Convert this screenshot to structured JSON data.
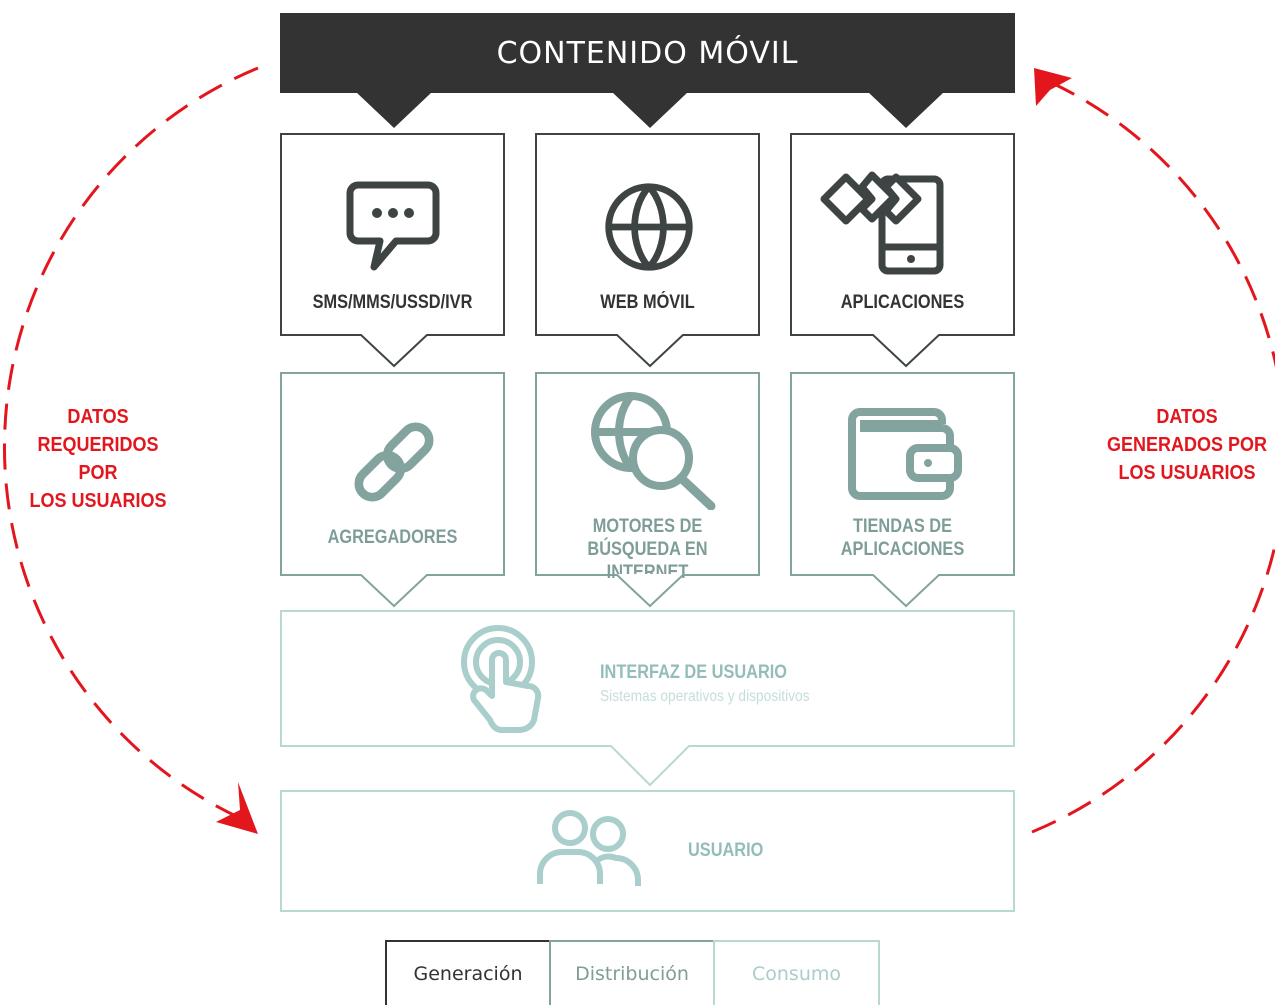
{
  "banner": {
    "title": "CONTENIDO MÓVIL"
  },
  "generation_row": [
    {
      "label": "SMS/MMS/USSD/IVR",
      "icon": "chat-bubble-icon"
    },
    {
      "label": "WEB MÓVIL",
      "icon": "globe-icon"
    },
    {
      "label": "APLICACIONES",
      "icon": "apps-phone-icon"
    }
  ],
  "distribution_row": [
    {
      "label_lines": [
        "AGREGADORES"
      ],
      "icon": "link-chain-icon"
    },
    {
      "label_lines": [
        "MOTORES DE",
        "BÚSQUEDA EN INTERNET"
      ],
      "icon": "globe-search-icon"
    },
    {
      "label_lines": [
        "TIENDAS DE",
        "APLICACIONES"
      ],
      "icon": "wallet-icon"
    }
  ],
  "interface": {
    "title": "INTERFAZ DE USUARIO",
    "subtitle": "Sistemas operativos y dispositivos",
    "icon": "touch-hand-icon"
  },
  "user": {
    "title": "USUARIO",
    "icon": "users-icon"
  },
  "side_left": [
    "DATOS",
    "REQUERIDOS POR",
    "LOS USUARIOS"
  ],
  "side_right": [
    "DATOS",
    "GENERADOS POR",
    "LOS USUARIOS"
  ],
  "legend": [
    "Generación",
    "Distribución",
    "Consumo"
  ],
  "colors": {
    "generation": "#333333",
    "distribution": "#82a39e",
    "consumption": "#b8d8d4",
    "data_flow": "#e3161e"
  }
}
